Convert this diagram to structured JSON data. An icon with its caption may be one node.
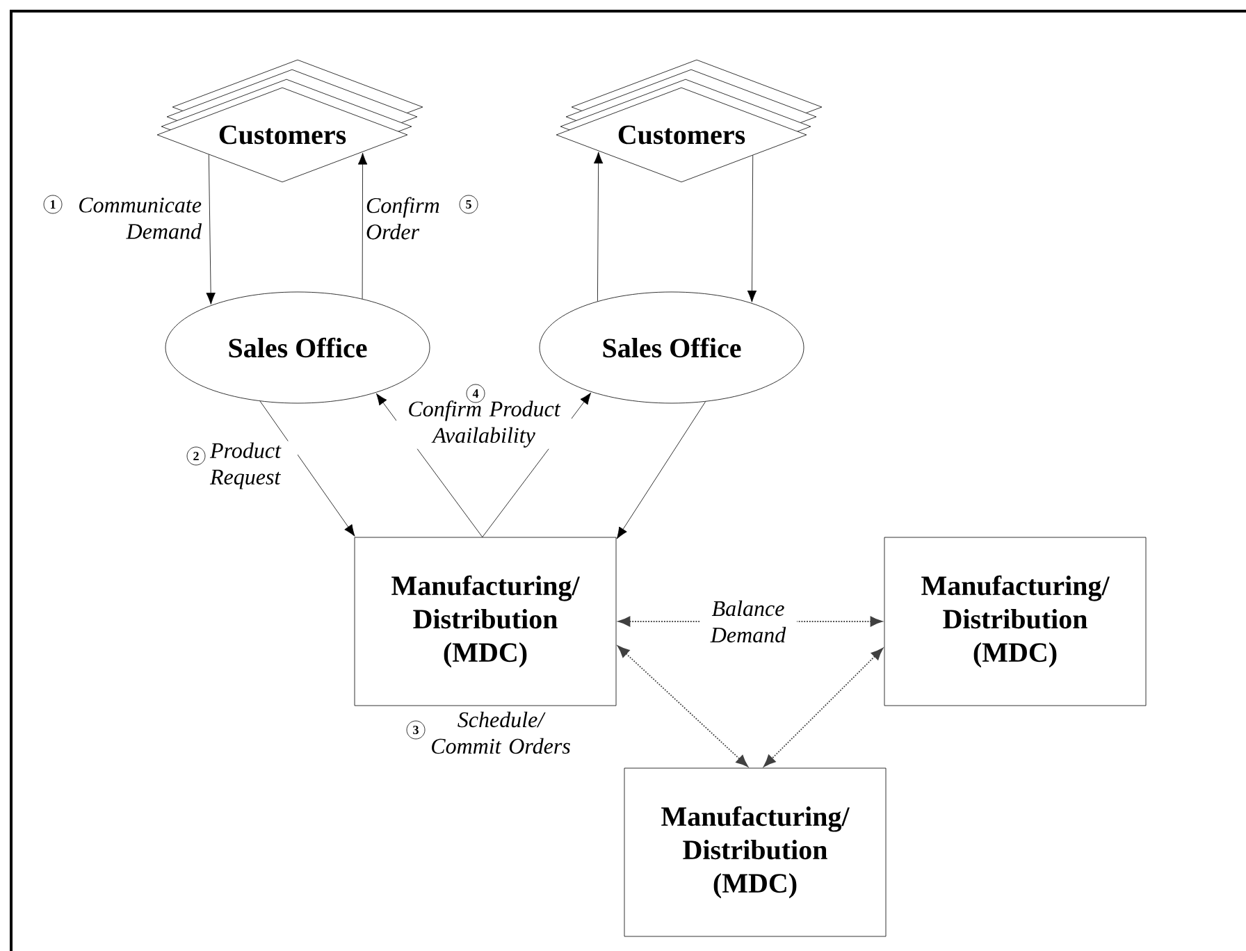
{
  "diagram": {
    "nodes": [
      {
        "text": [
          "Customers"
        ]
      },
      {
        "text": [
          "Customers"
        ]
      },
      {
        "text": [
          "Sales Office"
        ]
      },
      {
        "text": [
          "Sales Office"
        ]
      },
      {
        "text": [
          "Manufacturing/ Distribution (MDC)"
        ],
        "beside": [
          "Schedule/ Commit Orders"
        ]
      },
      {
        "text": [
          "Manufacturing/ Distribution (MDC)"
        ]
      },
      {
        "text": [
          "Manufacturing/ Distribution (MDC)"
        ]
      }
    ],
    "edges": [
      {
        "from": 0,
        "to": 2,
        "arrow": "to",
        "label": "Communicate Demand"
      },
      {
        "from": 2,
        "to": 0,
        "arrow": "to",
        "label": "Confirm Order"
      },
      {
        "from": 3,
        "to": 1,
        "arrow": "to"
      },
      {
        "from": 1,
        "to": 3,
        "arrow": "to"
      },
      {
        "from": 2,
        "to": 4,
        "arrow": "to",
        "label": "Product Request"
      },
      {
        "from": 4,
        "to": 2,
        "arrow": "to",
        "label": "Confirm Product Availability"
      },
      {
        "from": 4,
        "to": 3,
        "arrow": "to"
      },
      {
        "from": 3,
        "to": 4,
        "arrow": "to"
      },
      {
        "from": 4,
        "to": 5,
        "arrow": "both",
        "label": "Balance Demand",
        "style": "dashed",
        "color": "#404040"
      },
      {
        "from": 4,
        "to": 6,
        "arrow": "both",
        "style": "dashed",
        "color": "#404040"
      },
      {
        "from": 5,
        "to": 6,
        "arrow": "both",
        "style": "dashed",
        "color": "#404040"
      }
    ],
    "labels": [
      "1",
      "5",
      "2",
      "4",
      "3"
    ]
  }
}
